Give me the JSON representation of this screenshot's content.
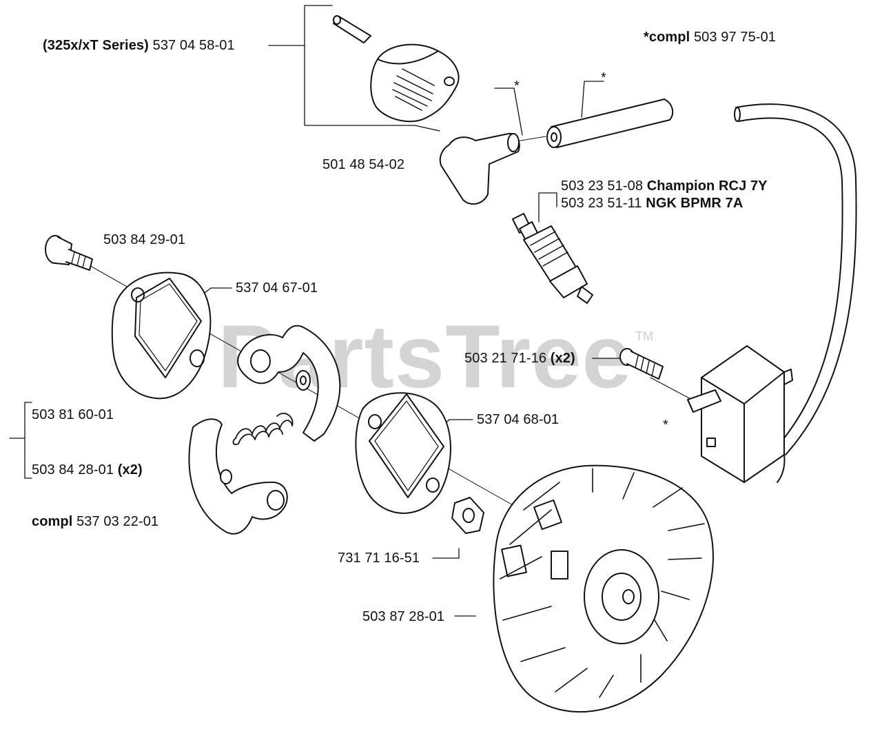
{
  "watermark": {
    "text": "PartsTree",
    "tm": "TM"
  },
  "labels": {
    "cover": {
      "bold": "(325x/xT Series)",
      "part": "537 04 58-01"
    },
    "compl_top": {
      "bold": "*compl",
      "part": "503 97 75-01"
    },
    "star_a": "*",
    "star_b": "*",
    "star_c": "*",
    "boot": {
      "part": "501 48 54-02"
    },
    "plug_1": {
      "part": "503 23 51-08",
      "bold": "Champion RCJ 7Y"
    },
    "plug_2": {
      "part": "503 23 51-11",
      "bold": "NGK BPMR 7A"
    },
    "bolt_top": {
      "part": "503 84 29-01"
    },
    "washer_a": {
      "part": "537 04 67-01"
    },
    "screw_coil": {
      "part": "503 21 71-16",
      "bold": "(x2)"
    },
    "clutch_shoe": {
      "part": "503 81 60-01"
    },
    "clutch_spring": {
      "part": "503 84 28-01",
      "bold": "(x2)"
    },
    "washer_b": {
      "part": "537 04 68-01"
    },
    "clutch_compl": {
      "bold": "compl",
      "part": "537 03 22-01"
    },
    "nut": {
      "part": "731 71 16-51"
    },
    "flywheel": {
      "part": "503 87 28-01"
    }
  }
}
